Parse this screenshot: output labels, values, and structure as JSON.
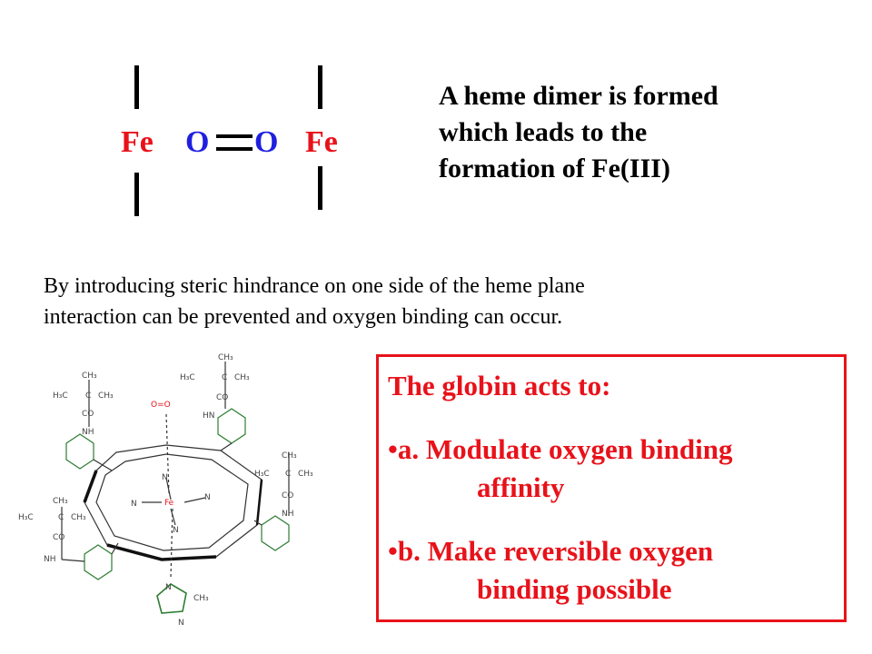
{
  "dimer": {
    "atoms": [
      "Fe",
      "O",
      "O",
      "Fe"
    ],
    "text_lines": [
      "A heme dimer is formed",
      "which leads to the",
      "formation of Fe(III)"
    ]
  },
  "steric": {
    "lines": [
      "By introducing steric hindrance on one side of the heme plane",
      "interaction can be prevented and oxygen binding can occur."
    ]
  },
  "structure": {
    "labels": {
      "o2": "O=O",
      "fe": "Fe",
      "n": "N",
      "ch3": "CH₃",
      "h3c": "H₃C",
      "c": "C",
      "co": "CO",
      "nh": "NH",
      "hn": "HN"
    }
  },
  "globin": {
    "title": "The globin acts to:",
    "items": [
      {
        "line1": "•a. Modulate oxygen binding",
        "line2": "affinity"
      },
      {
        "line1": "•b. Make reversible oxygen",
        "line2": "binding possible"
      }
    ]
  },
  "colors": {
    "red": "#e8121a",
    "blue": "#1f1fe0",
    "green": "#2e7d32"
  }
}
